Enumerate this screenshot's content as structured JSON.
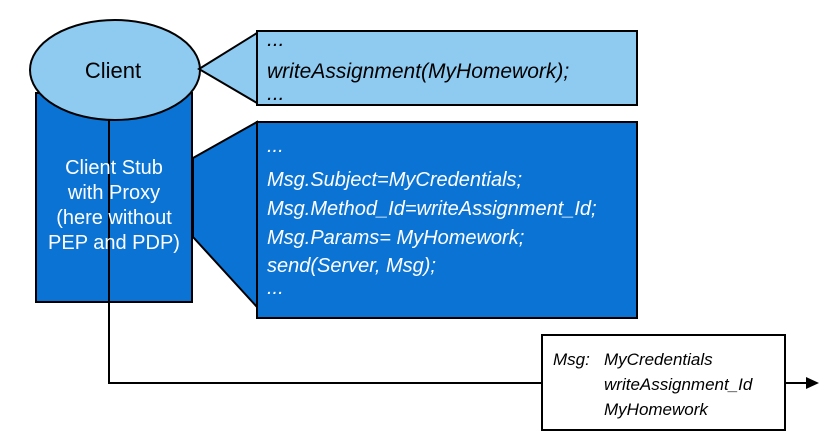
{
  "diagram": {
    "background": "#ffffff",
    "colors": {
      "light_blue": "#8FCBF1",
      "dark_blue": "#0A73D4",
      "outline": "#000000",
      "light_callout_text": "#000000",
      "dark_callout_text": "#ffffff"
    },
    "client": {
      "label": "Client"
    },
    "client_stub": {
      "lines": [
        "Client Stub",
        "with Proxy",
        "(here without",
        "PEP and PDP)"
      ]
    },
    "client_code_callout": {
      "lines": [
        "...",
        "writeAssignment(MyHomework);",
        "..."
      ]
    },
    "stub_code_callout": {
      "lines": [
        "...",
        "Msg.Subject=MyCredentials;",
        "Msg.Method_Id=writeAssignment_Id;",
        "Msg.Params= MyHomework;",
        "send(Server, Msg);",
        "..."
      ]
    },
    "message_box": {
      "label": "Msg:",
      "values": [
        "MyCredentials",
        "writeAssignment_Id",
        "MyHomework"
      ]
    }
  }
}
